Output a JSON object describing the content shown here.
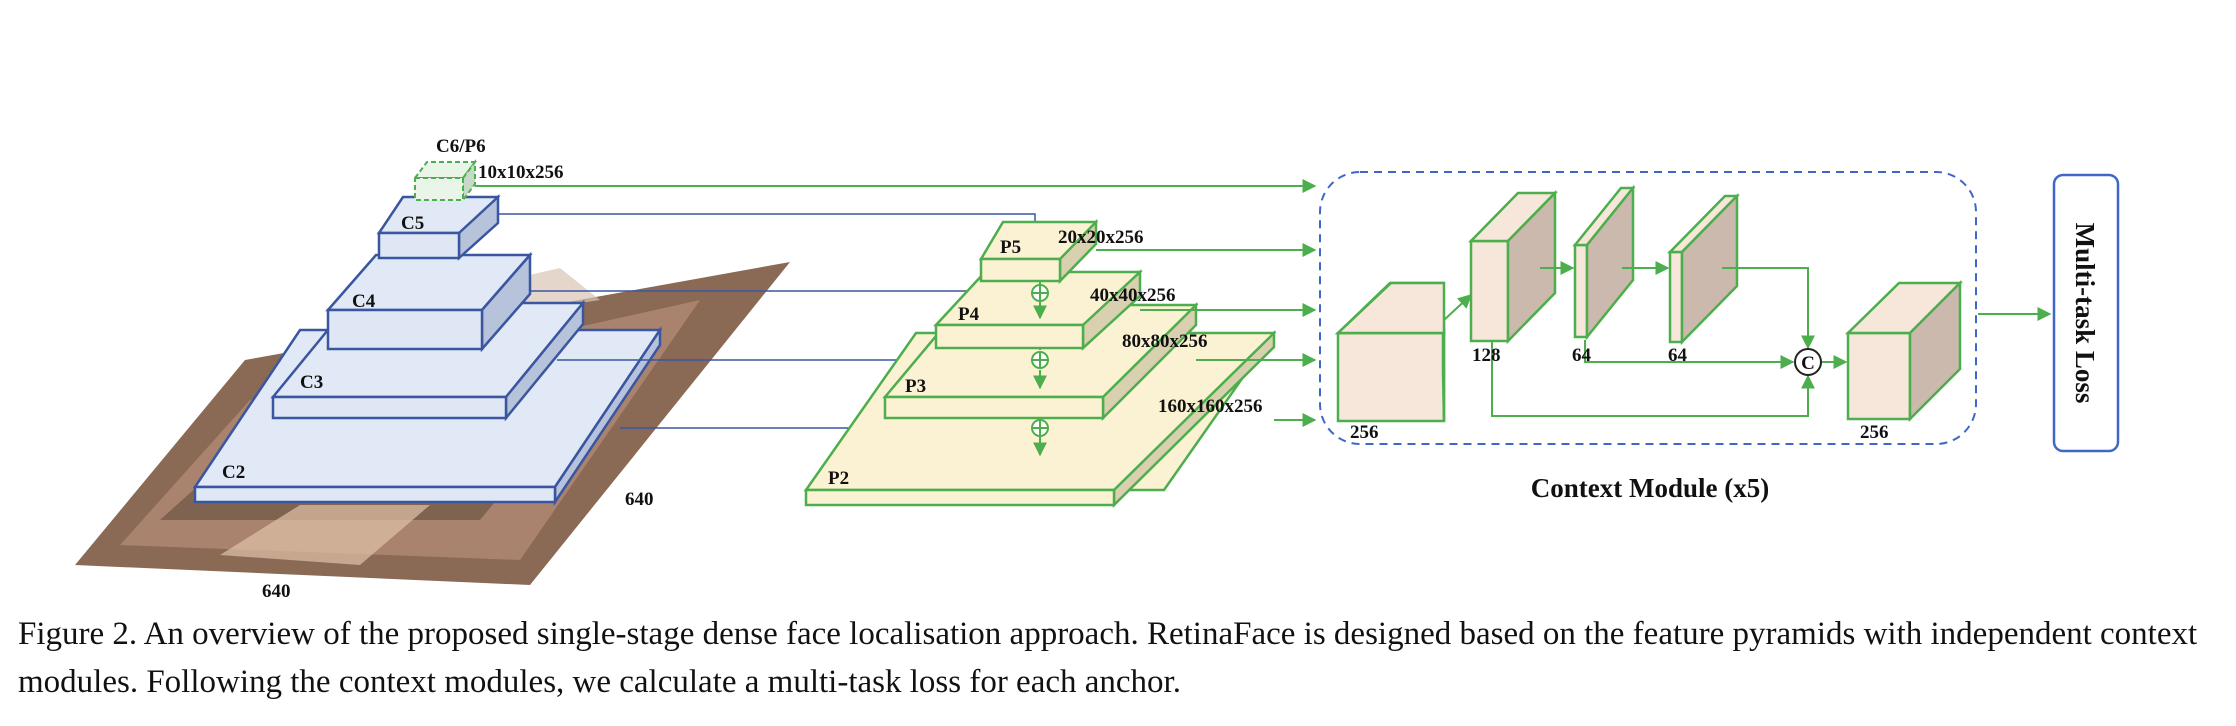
{
  "diagram": {
    "backbone": {
      "levels": [
        "C2",
        "C3",
        "C4",
        "C5"
      ],
      "extra_level": "C6/P6",
      "extra_dims": "10x10x256",
      "input_size_bottom": "640",
      "input_size_right": "640"
    },
    "pyramid": {
      "levels": [
        "P2",
        "P3",
        "P4",
        "P5"
      ],
      "dims": [
        "160x160x256",
        "80x80x256",
        "40x40x256",
        "20x20x256"
      ]
    },
    "context_module": {
      "title": "Context Module (x5)",
      "channels": [
        "256",
        "128",
        "64",
        "64",
        "256"
      ],
      "concat_symbol": "C"
    },
    "loss_label": "Multi-task Loss",
    "colors": {
      "backbone_stroke": "#3b56a0",
      "backbone_fill": "#dfe7f5",
      "pyramid_stroke": "#4cae4c",
      "pyramid_fill": "#fbf2d3",
      "module_fill": "#f7e6da",
      "module_side": "#cbb9ad",
      "module_border": "#3f67c8"
    }
  },
  "caption": {
    "text": "Figure 2. An overview of the proposed single-stage dense face localisation approach. RetinaFace is designed based on the feature pyramids with independent context modules. Following the context modules, we calculate a multi-task loss for each anchor."
  }
}
